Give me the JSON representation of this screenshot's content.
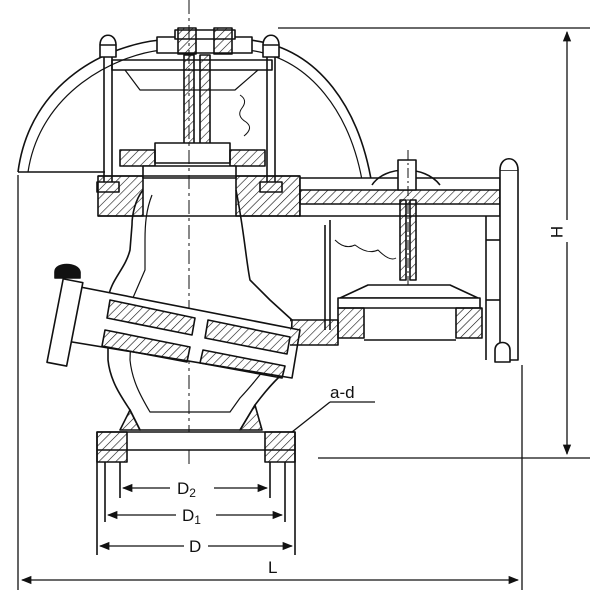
{
  "labels": {
    "H": "H",
    "L": "L",
    "D": "D",
    "D1_main": "D",
    "D1_sub": "1",
    "D2_main": "D",
    "D2_sub": "2",
    "flange_callout": "a-d"
  },
  "colors": {
    "line": "#111111",
    "background": "#ffffff"
  }
}
